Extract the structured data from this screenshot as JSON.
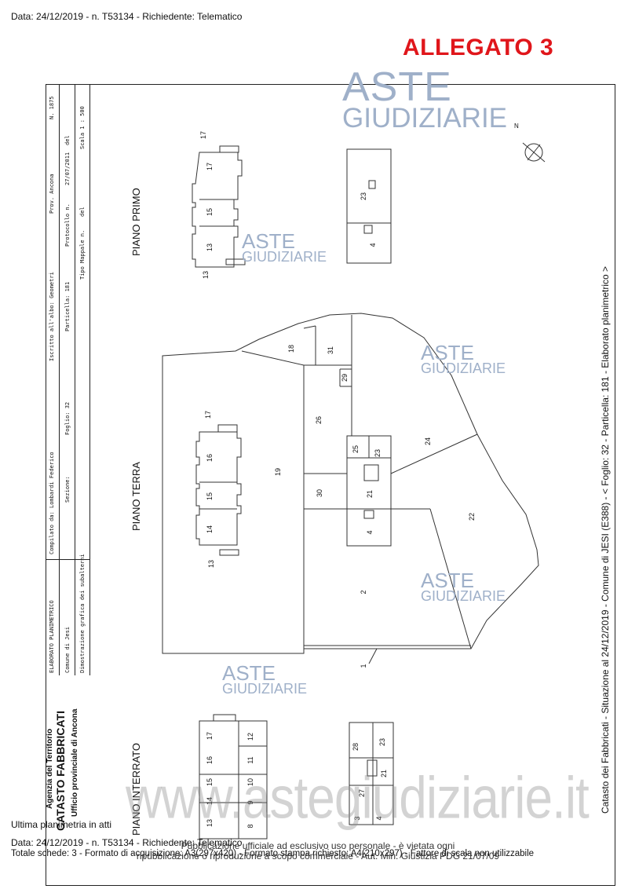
{
  "header": {
    "top_line": "Data: 24/12/2019 - n. T53134 - Richiedente: Telematico",
    "allegato": "ALLEGATO 3"
  },
  "watermark": {
    "word1": "ASTE",
    "word2": "GIUDIZIARIE",
    "site": "www.astegiudiziarie.it",
    "disclaimer_1": "Pubblicazione ufficiale ad esclusivo uso personale - è vietata ogni",
    "disclaimer_2": "ripubblicazione o riproduzione a scopo commerciale - Aut. Min. Giustizia PDG 21/07/09"
  },
  "cartiglio": {
    "doc_type": "ELABORATO PLANIMETRICO",
    "compilato": "Compilato da: Lombardi Federico",
    "iscritto": "Iscritto all'albo: Geometri",
    "prov": "Prov. Ancona",
    "n": "N. 1875",
    "comune": "Comune di Jesi",
    "sezione": "Sezione:",
    "foglio": "Foglio: 32",
    "particella": "Particella: 181",
    "protocollo": "Protocollo n.",
    "protocollo_data": "27/07/2011",
    "del": "del",
    "tipo_mappale": "Tipo Mappale n.",
    "del2": "del",
    "dimostrazione": "Dimostrazione grafica dei subalterni",
    "scala": "Scala 1 : 500",
    "agenzia": "Agenzia del Territorio",
    "catasto": "CATASTO FABBRICATI",
    "ufficio": "Ufficio provinciale di  Ancona"
  },
  "side_note": "Catasto dei Fabbricati - Situazione al 24/12/2019 - Comune di JESI (E388) - < Foglio: 32 - Particella: 181 - Elaborato planimetrico >",
  "floors": {
    "primo": "PIANO PRIMO",
    "terra": "PIANO TERRA",
    "interrato": "PIANO INTERRATO"
  },
  "north": "N",
  "subalterni": {
    "primo_a": [
      "17",
      "17",
      "15",
      "13",
      "13"
    ],
    "primo_b": [
      "23",
      "4"
    ],
    "terra_building": [
      "17",
      "16",
      "15",
      "14",
      "13"
    ],
    "terra_lots": [
      "18",
      "31",
      "29",
      "26",
      "19",
      "25",
      "23",
      "24",
      "30",
      "21",
      "4",
      "22",
      "2",
      "1"
    ],
    "interrato_a": [
      "17",
      "12",
      "16",
      "11",
      "15",
      "10",
      "14",
      "9",
      "13",
      "8"
    ],
    "interrato_b": [
      "28",
      "23",
      "21",
      "27",
      "3",
      "4"
    ]
  },
  "footer": {
    "ultima": "Ultima planimetria in atti",
    "line2": "Data: 24/12/2019 - n. T53134 - Richiedente: Telematico",
    "line3": "Totale schede: 3 - Formato di acquisizione: A3(297x420) - Formato stampa richiesto: A4(210x297) - Fattore di scala non utilizzabile"
  }
}
